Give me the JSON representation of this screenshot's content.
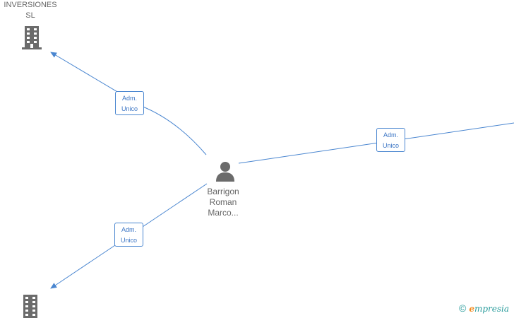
{
  "nodes": {
    "top_company": {
      "label_line1": "INVERSIONES",
      "label_line2": "SL",
      "icon": "building-icon"
    },
    "bottom_company": {
      "icon": "building-icon"
    },
    "person": {
      "label_line1": "Barrigon",
      "label_line2": "Roman",
      "label_line3": "Marco...",
      "icon": "person-icon"
    }
  },
  "edges": {
    "top_left": {
      "line1": "Adm.",
      "line2": "Unico"
    },
    "right": {
      "line1": "Adm.",
      "line2": "Unico"
    },
    "bottom_left": {
      "line1": "Adm.",
      "line2": "Unico"
    }
  },
  "watermark": {
    "copyright": "©",
    "brand_first": "e",
    "brand_rest": "mpresia"
  },
  "colors": {
    "edge": "#4a86d0",
    "icon": "#6b6b6b",
    "label": "#666666"
  }
}
